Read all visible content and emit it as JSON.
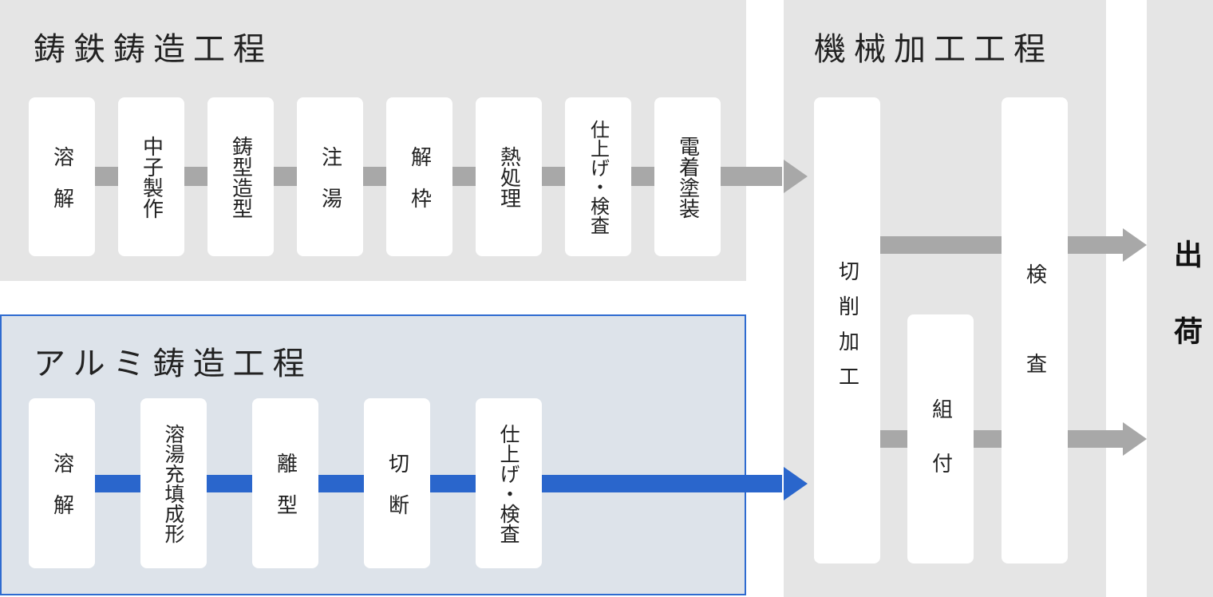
{
  "iron": {
    "title": "鋳鉄鋳造工程",
    "steps": [
      "溶　解",
      "中子製作",
      "鋳型造型",
      "注　湯",
      "解　枠",
      "熱処理",
      "仕上げ・検査",
      "電着塗装"
    ]
  },
  "alum": {
    "title": "アルミ鋳造工程",
    "steps": [
      "溶　解",
      "溶湯充填成形",
      "離　型",
      "切　断",
      "仕上げ・検査"
    ]
  },
  "machining": {
    "title": "機械加工工程",
    "cutting": "切削加工",
    "assembly": "組　付",
    "inspection": "検　査"
  },
  "shipment": "出荷",
  "colors": {
    "gray_panel": "#e5e5e5",
    "blue_panel": "#dde3ea",
    "blue_accent": "#2a66cc",
    "gray_connector": "#a8a8a8"
  }
}
